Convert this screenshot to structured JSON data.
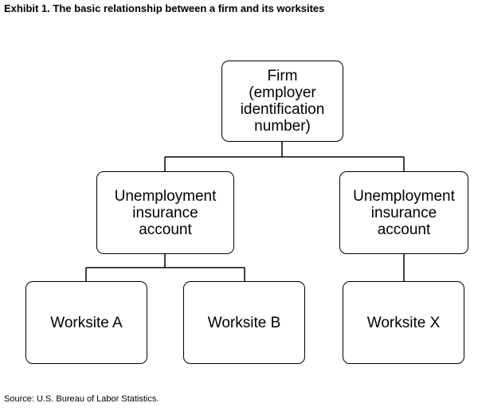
{
  "title": "Exhibit 1. The basic relationship between a firm and its worksites",
  "nodes": {
    "firm": {
      "lines": [
        "Firm",
        "(employer",
        "identification",
        "number)"
      ]
    },
    "ui_left": {
      "lines": [
        "Unemployment",
        "insurance",
        "account"
      ]
    },
    "ui_right": {
      "lines": [
        "Unemployment",
        "insurance",
        "account"
      ]
    },
    "worksite_a": {
      "label": "Worksite A"
    },
    "worksite_b": {
      "label": "Worksite B"
    },
    "worksite_x": {
      "label": "Worksite X"
    }
  },
  "source": "Source: U.S. Bureau of Labor Statistics."
}
